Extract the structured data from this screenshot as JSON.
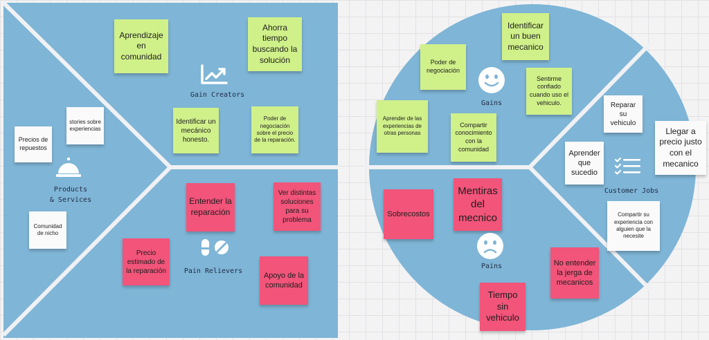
{
  "value_map": {
    "products_services": {
      "label": "Products\n& Services",
      "notes": {
        "precios_repuestos": "Precios de repuestos",
        "stories": "stories sobre experiencias",
        "comunidad_nicho": "Comunidad de nicho"
      }
    },
    "gain_creators": {
      "label": "Gain Creators",
      "notes": {
        "aprendizaje": "Aprendizaje en comunidad",
        "ahorra_tiempo": "Ahorra tiempo buscando la solución",
        "identificar_honesto": "Identificar un mecánico honesto.",
        "poder_negociacion": "Poder de negociación sobre el precio de la reparación."
      }
    },
    "pain_relievers": {
      "label": "Pain Relievers",
      "notes": {
        "entender": "Entender la reparación",
        "ver_soluciones": "Ver distintas soluciones para su problema",
        "precio_estimado": "Precio estimado de la reparación",
        "apoyo": "Apoyo de la comunidad"
      }
    }
  },
  "customer_profile": {
    "gains": {
      "label": "Gains",
      "notes": {
        "identificar_buen": "Identificar un buen mecanico",
        "poder_negociacion": "Poder de negociación",
        "sentirme": "Sentirme confiado cuando uso el vehiculo.",
        "aprender_experiencias": "Aprender de las experiencias de otras personas",
        "compartir_conocimiento": "Compartir conocimiento con la comunidad"
      }
    },
    "customer_jobs": {
      "label": "Customer Jobs",
      "notes": {
        "reparar": "Reparar su vehiculo",
        "llegar_precio": "Llegar a precio justo con el mecanico",
        "aprender_sucedio": "Aprender que sucedio",
        "compartir_experiencia": "Compartir su experiencia con alguien que la necesite"
      }
    },
    "pains": {
      "label": "Pains",
      "notes": {
        "sobrecostos": "Sobrecostos",
        "mentiras": "Mentiras del mecnico",
        "no_entender": "No entender la jerga de mecanicos",
        "tiempo": "Tiempo sin vehiculo"
      }
    }
  },
  "colors": {
    "panel_blue": "#7fb5d6",
    "divider": "#f0f1f4",
    "gain_note": "#d0f08a",
    "pain_note": "#f2547a",
    "white_note": "#fafafa"
  },
  "icons": {
    "products_services": "service-bell-icon",
    "gain_creators": "trending-up-chart-icon",
    "pain_relievers": "pills-icon",
    "gains": "smiley-face-icon",
    "pains": "sad-face-icon",
    "customer_jobs": "checklist-icon"
  }
}
